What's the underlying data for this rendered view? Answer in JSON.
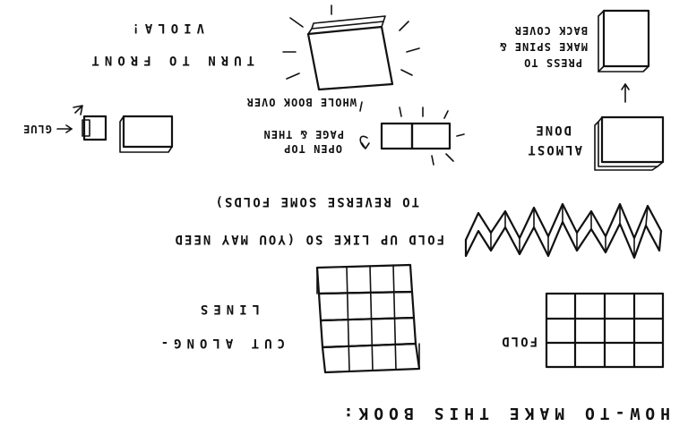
{
  "title": "HOW-TO MAKE THIS BOOK:",
  "steps": {
    "fold": "FOLD",
    "cut_line1": "CUT ALONG-",
    "cut_line2": "LINES",
    "fold_up_line1": "FOLD UP LIKE SO (YOU MAY NEED",
    "fold_up_line2": "TO REVERSE SOME FOLDS)",
    "almost_line1": "ALMOST",
    "almost_line2": "DONE",
    "open_line1": "OPEN TOP",
    "open_line2": "PAGE & THEN",
    "open_line3": "WHOLE BOOK OVER",
    "glue": "GLUE",
    "press_line1": "PRESS TO",
    "press_line2": "MAKE SPINE &",
    "press_line3": "BACK COVER",
    "turn": "TURN TO FRONT",
    "viola": "VIOLA!"
  }
}
